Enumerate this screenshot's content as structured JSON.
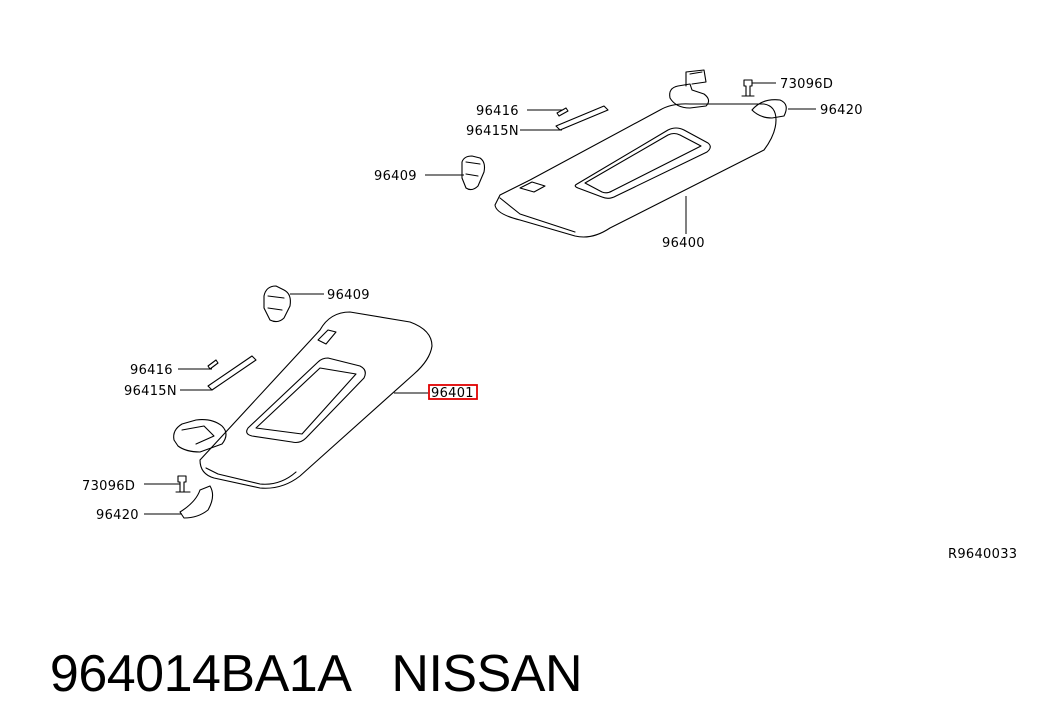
{
  "diagram": {
    "callouts": {
      "upper_96416": "96416",
      "upper_96415N": "96415N",
      "upper_96409": "96409",
      "upper_96400": "96400",
      "upper_73096D": "73096D",
      "upper_96420": "96420",
      "lower_96409": "96409",
      "lower_96416": "96416",
      "lower_96415N": "96415N",
      "lower_96401": "96401",
      "lower_73096D": "73096D",
      "lower_96420": "96420"
    },
    "highlighted_callout": "96401",
    "figure_code": "R9640033"
  },
  "footer": {
    "part_number": "964014BA1A",
    "brand": "NISSAN"
  },
  "colors": {
    "line": "#000000",
    "highlight": "#e00000",
    "background": "#ffffff"
  }
}
